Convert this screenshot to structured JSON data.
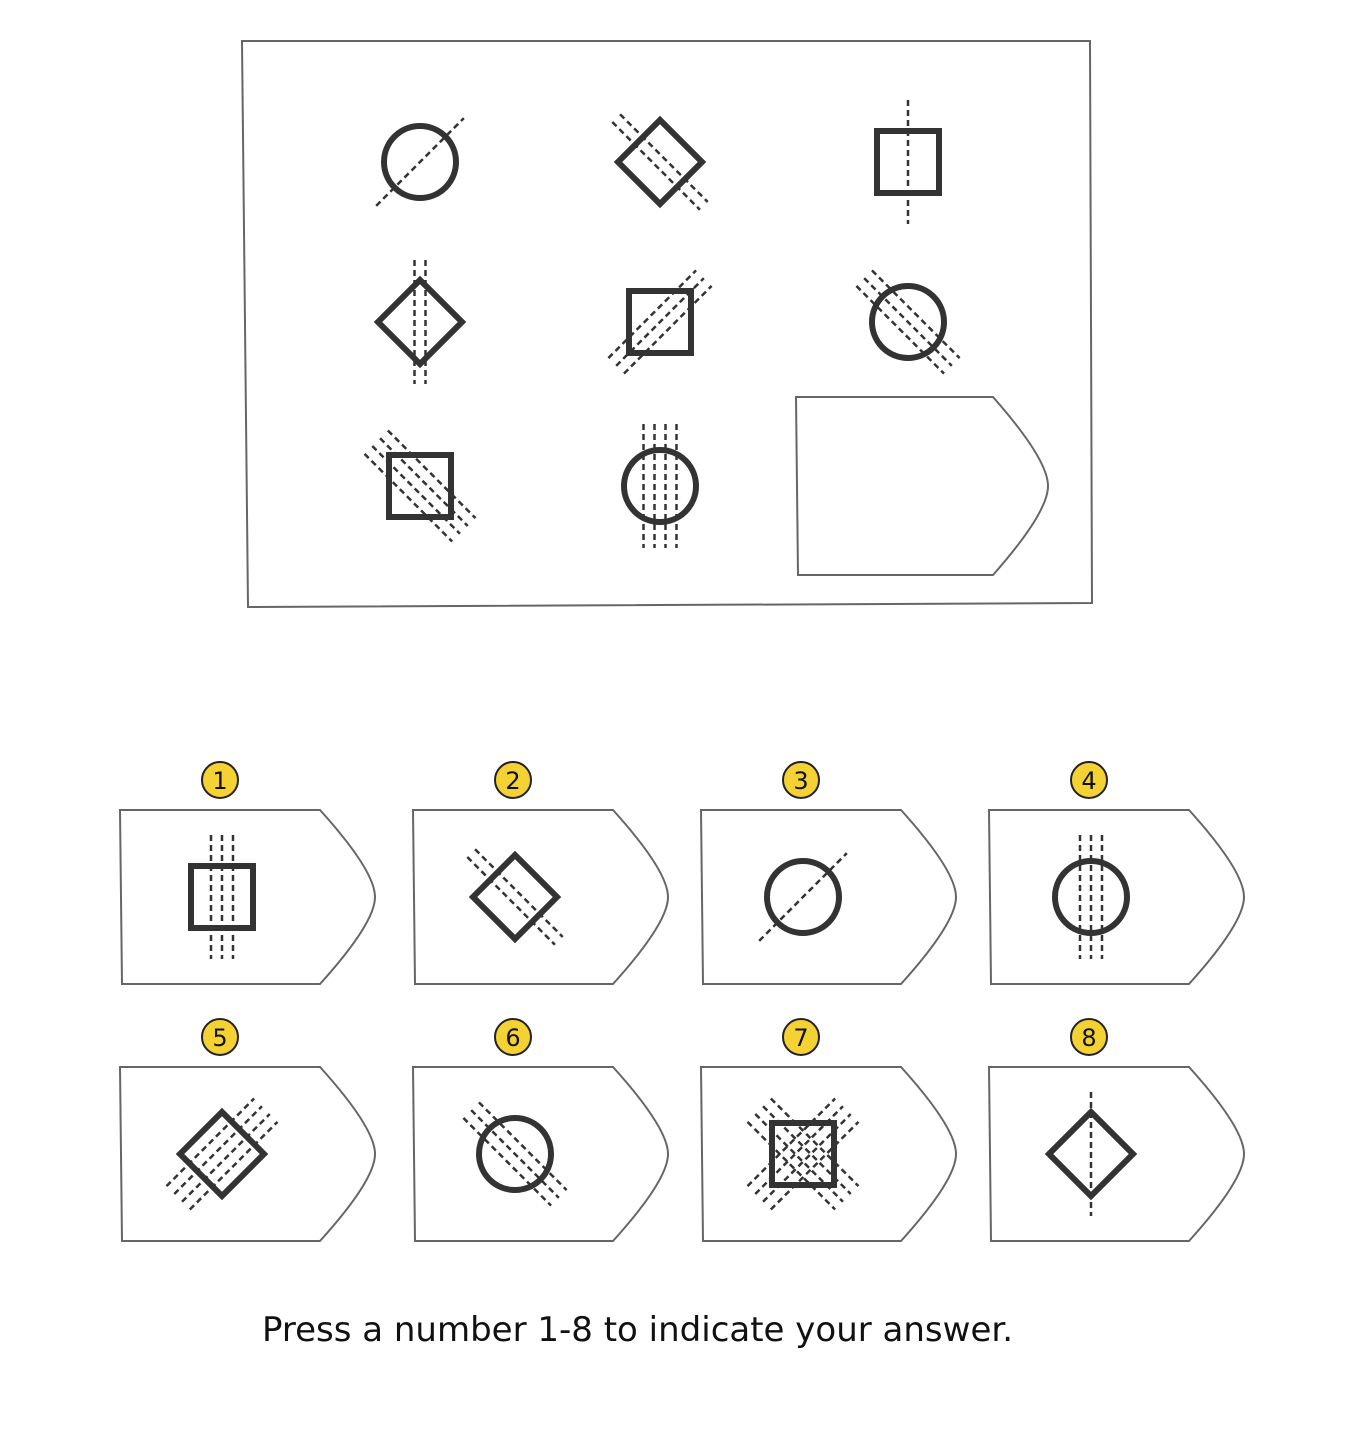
{
  "matrix": {
    "cells": [
      {
        "shape": "circle",
        "lines": 1,
        "dir": "diag-up"
      },
      {
        "shape": "diamond",
        "lines": 2,
        "dir": "diag-down"
      },
      {
        "shape": "square",
        "lines": 1,
        "dir": "vertical"
      },
      {
        "shape": "diamond",
        "lines": 2,
        "dir": "vertical"
      },
      {
        "shape": "square",
        "lines": 3,
        "dir": "diag-up"
      },
      {
        "shape": "circle",
        "lines": 3,
        "dir": "diag-down"
      },
      {
        "shape": "square",
        "lines": 4,
        "dir": "diag-down"
      },
      {
        "shape": "circle",
        "lines": 4,
        "dir": "vertical"
      },
      {
        "shape": "blank",
        "lines": 0,
        "dir": ""
      }
    ]
  },
  "options": [
    {
      "number": "1",
      "shape": "square",
      "lines": 3,
      "dir": "vertical"
    },
    {
      "number": "2",
      "shape": "diamond",
      "lines": 2,
      "dir": "diag-down"
    },
    {
      "number": "3",
      "shape": "circle",
      "lines": 1,
      "dir": "diag-up"
    },
    {
      "number": "4",
      "shape": "circle",
      "lines": 3,
      "dir": "vertical"
    },
    {
      "number": "5",
      "shape": "diamond",
      "lines": 4,
      "dir": "diag-up"
    },
    {
      "number": "6",
      "shape": "circle",
      "lines": 3,
      "dir": "diag-down"
    },
    {
      "number": "7",
      "shape": "square",
      "lines": 4,
      "dir": "cross"
    },
    {
      "number": "8",
      "shape": "diamond",
      "lines": 1,
      "dir": "vertical"
    }
  ],
  "colors": {
    "stroke": "#333333",
    "badge_fill": "#f5d233",
    "badge_stroke": "#222222"
  },
  "instruction": "Press a number 1-8 to indicate your answer."
}
